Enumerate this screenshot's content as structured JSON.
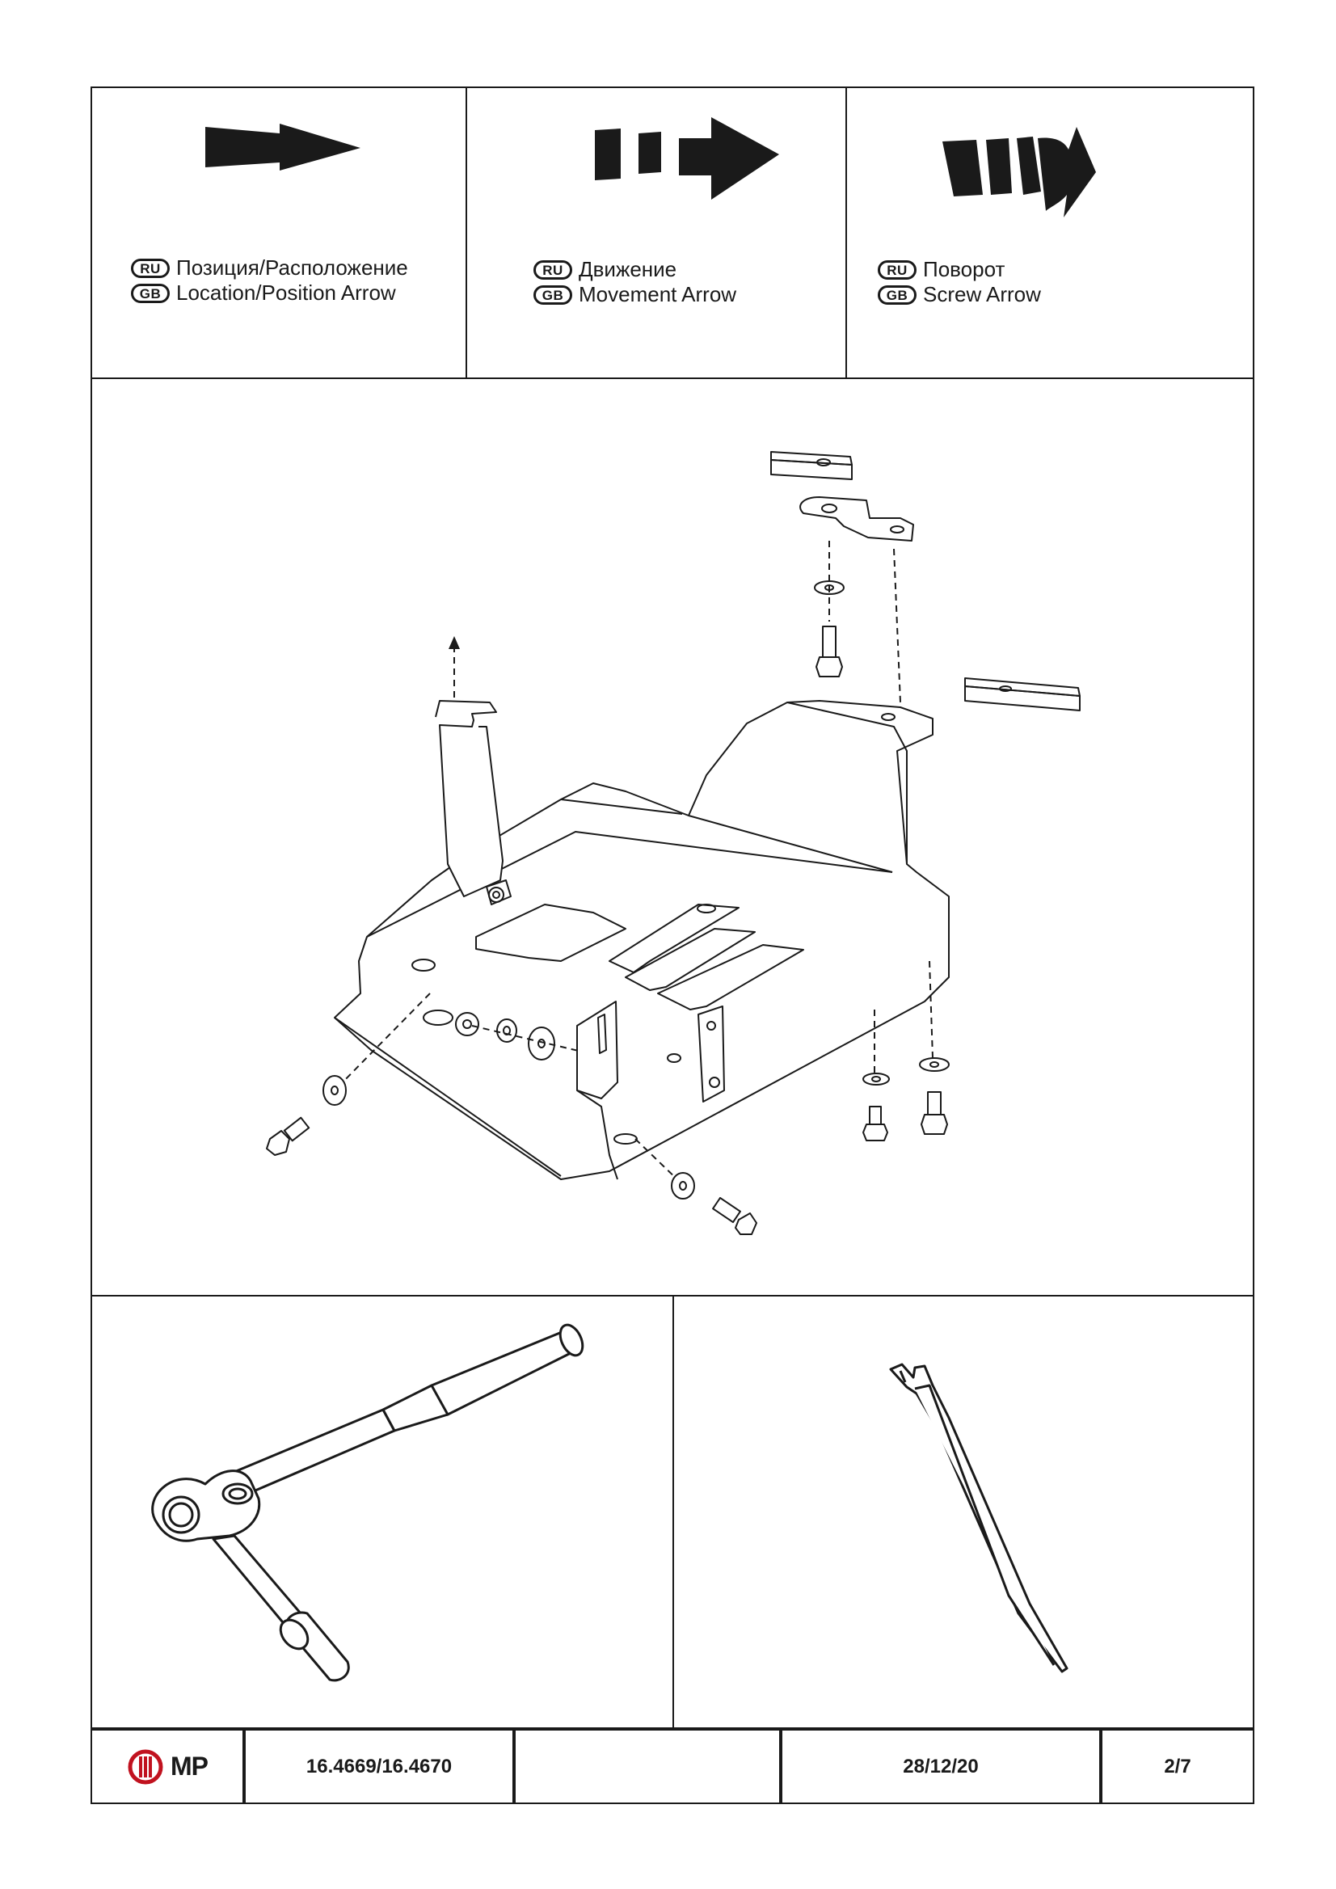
{
  "legend": [
    {
      "icon": "location-arrow-icon",
      "ru_code": "RU",
      "ru_text": "Позиция/Расположение",
      "gb_code": "GB",
      "gb_text": "Location/Position Arrow"
    },
    {
      "icon": "movement-arrow-icon",
      "ru_code": "RU",
      "ru_text": "Движение",
      "gb_code": "GB",
      "gb_text": "Movement Arrow"
    },
    {
      "icon": "screw-arrow-icon",
      "ru_code": "RU",
      "ru_text": "Поворот",
      "gb_code": "GB",
      "gb_text": "Screw Arrow"
    }
  ],
  "drawing": {
    "icon": "skid-plate-assembly-icon"
  },
  "tools": [
    {
      "icon": "ratchet-wrench-icon"
    },
    {
      "icon": "trim-removal-tool-icon"
    }
  ],
  "footer": {
    "logo_text": "MP",
    "part_number": "16.4669/16.4670",
    "blank": "",
    "date": "28/12/20",
    "page": "2/7"
  },
  "colors": {
    "ink": "#1a1a1a",
    "logo_red": "#c1121f",
    "background": "#ffffff"
  }
}
